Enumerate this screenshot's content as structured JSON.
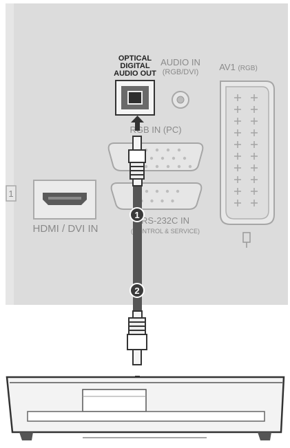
{
  "panel": {
    "optical_label_line1": "OPTICAL",
    "optical_label_line2": "DIGITAL",
    "optical_label_line3": "AUDIO OUT",
    "audio_in_line1": "AUDIO IN",
    "audio_in_line2": "(RGB/DVI)",
    "av1_label": "AV1",
    "av1_sub": "(RGB)",
    "rgb_in_label": "RGB IN (PC)",
    "hdmi_label": "HDMI / DVI IN",
    "hdmi_port_number": "1",
    "rs232_label": "RS-232C IN",
    "rs232_sub": "(CONTROL & SERVICE)"
  },
  "steps": [
    "1",
    "2"
  ],
  "colors": {
    "panel": "#dcdcdc",
    "panel_edge": "#c8c8c8",
    "port_dark": "#4a4a4a",
    "cable": "#555555",
    "badge": "#3a3a3a",
    "badge_text": "#ffffff",
    "label": "#7a7a7a",
    "label_dark": "#222222",
    "device": "#f2f2f2",
    "device_edge": "#444444"
  }
}
